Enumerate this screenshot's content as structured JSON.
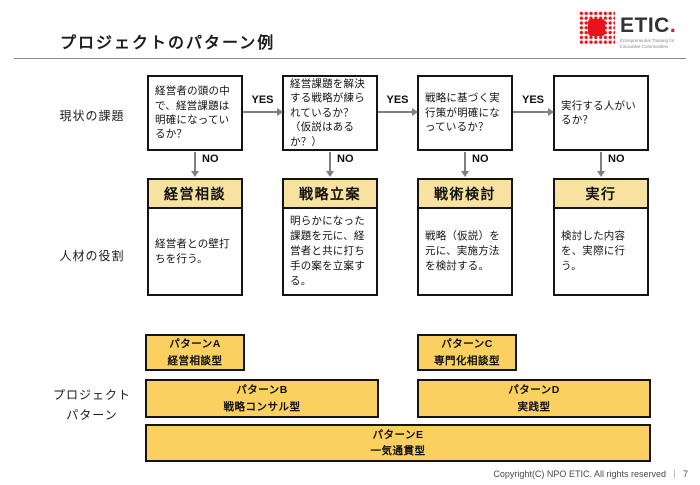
{
  "title": "プロジェクトのパターン例",
  "logo": {
    "name": "ETIC",
    "dot": ".",
    "tagline": "Entrepreneurial Training for Innovative Communities"
  },
  "row_labels": {
    "current_issues": "現状の課題",
    "talent_role": "人材の役割",
    "project_pattern_line1": "プロジェクト",
    "project_pattern_line2": "パターン"
  },
  "flow": {
    "yes_label": "YES",
    "no_label": "NO",
    "questions": [
      "経営者の頭の中で、経営課題は明確になっているか？",
      "経営課題を解決する戦略が練られているか？（仮説はあるか？）",
      "戦略に基づく実行策が明確になっているか？",
      "実行する人がいるか？"
    ],
    "stages": [
      {
        "title": "経営相談",
        "desc": "経営者との壁打ちを行う。"
      },
      {
        "title": "戦略立案",
        "desc": "明らかになった課題を元に、経営者と共に打ち手の案を立案する。"
      },
      {
        "title": "戦術検討",
        "desc": "戦略（仮説）を元に、実施方法を検討する。"
      },
      {
        "title": "実行",
        "desc": "検討した内容を、実際に行う。"
      }
    ]
  },
  "patterns": [
    {
      "id": "パターンA",
      "type": "経営相談型"
    },
    {
      "id": "パターンB",
      "type": "戦略コンサル型"
    },
    {
      "id": "パターンC",
      "type": "専門化相談型"
    },
    {
      "id": "パターンD",
      "type": "実践型"
    },
    {
      "id": "パターンE",
      "type": "一気通貫型"
    }
  ],
  "footer": {
    "copyright": "Copyright(C)  NPO ETIC. All rights reserved",
    "separator": "｜",
    "page": "7"
  },
  "colors": {
    "stage_header_yellow": "#F7E2A2",
    "pattern_bar_yellow": "#FAD160",
    "arrow_gray": "#7F7F7F",
    "logo_red": "#E8131D"
  }
}
